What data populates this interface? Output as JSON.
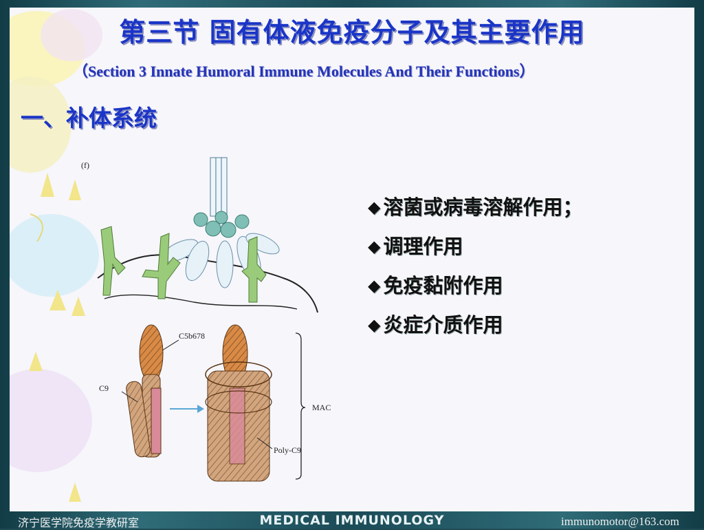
{
  "slide": {
    "title": "第三节 固有体液免疫分子及其主要作用",
    "subtitle": "（Section 3   Innate Humoral Immune Molecules And Their Functions）",
    "section_heading": "一、补体系统",
    "bullets": [
      {
        "marker": "◆",
        "text": "溶菌或病毒溶解作用；"
      },
      {
        "marker": "◆",
        "text": "调理作用"
      },
      {
        "marker": "◆",
        "text": "免疫黏附作用"
      },
      {
        "marker": "◆",
        "text": "炎症介质作用"
      }
    ],
    "figure": {
      "panel_label": "(f)",
      "label_c5b678": "C5b678",
      "label_c9": "C9",
      "label_mac": "MAC",
      "label_polyc9": "Poly-C9"
    }
  },
  "footer": {
    "left": "济宁医学院免疫学教研室",
    "center": "MEDICAL IMMUNOLOGY",
    "right": "immunomotor@163.com"
  },
  "colors": {
    "title": "#1a35c7",
    "frame": "#1f4a55",
    "slide_bg": "#f6f6fb",
    "antibody_green": "#9acb7a",
    "c1q_teal": "#7fbfb5",
    "c5b_orange": "#d98a45",
    "c9_tan": "#d3a57d",
    "pore_pink": "#d98a99"
  }
}
